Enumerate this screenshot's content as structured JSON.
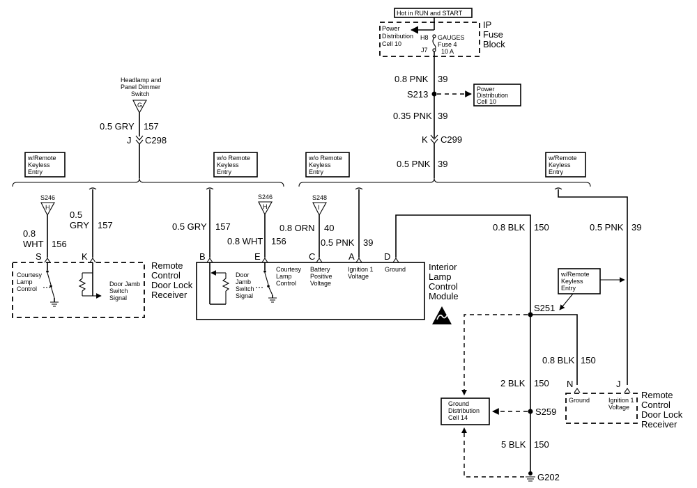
{
  "labels": {
    "hot_in_run_start": "Hot in RUN and START",
    "pd_cell10_a": "Power",
    "pd_cell10_b": "Distribution",
    "pd_cell10_c": "Cell 10",
    "h8": "H8",
    "gauges": "GAUGES",
    "fuse4": "Fuse 4",
    "amp10": "10 A",
    "j7": "J7",
    "ip_a": "IP",
    "ip_b": "Fuse",
    "ip_c": "Block",
    "w1_size": "0.8 PNK",
    "w1_num": "39",
    "s213": "S213",
    "pd2_a": "Power",
    "pd2_b": "Distribution",
    "pd2_c": "Cell 10",
    "w2_size": "0.35 PNK",
    "w2_num": "39",
    "k": "K",
    "c299": "C299",
    "w3_size": "0.5 PNK",
    "w3_num": "39",
    "hd_a": "Headlamp and",
    "hd_b": "Panel Dimmer",
    "hd_c": "Switch",
    "g": "G",
    "w4_size": "0.5 GRY",
    "w4_num": "157",
    "j": "J",
    "c298": "C298",
    "opt1_a": "w/Remote",
    "opt1_b": "Keyless",
    "opt1_c": "Entry",
    "opt2_a": "w/o Remote",
    "opt2_b": "Keyless",
    "opt2_c": "Entry",
    "opt3_a": "w/o Remote",
    "opt3_b": "Keyless",
    "opt3_c": "Entry",
    "opt4_a": "w/Remote",
    "opt4_b": "Keyless",
    "opt4_c": "Entry",
    "s246a": "S246",
    "h_a": "H",
    "s246b": "S246",
    "h_b": "H",
    "s248": "S248",
    "i": "I",
    "w5_a": "0.8",
    "w5_b": "WHT",
    "w5_num": "156",
    "w6_a": "0.5",
    "w6_b": "GRY",
    "w6_num": "157",
    "w7_size": "0.5 GRY",
    "w7_num": "157",
    "w8_size": "0.8 WHT",
    "w8_num": "156",
    "w9_size": "0.8 ORN",
    "w9_num": "40",
    "w10_size": "0.5 PNK",
    "w10_num": "39",
    "w11_size": "0.8 BLK",
    "w11_num": "150",
    "w12_size": "0.5 PNK",
    "w12_num": "39",
    "pin_s": "S",
    "pin_k": "K",
    "pin_b": "B",
    "pin_e": "E",
    "pin_c": "C",
    "pin_a": "A",
    "pin_d": "D",
    "rcdl1_a": "Remote",
    "rcdl1_b": "Control",
    "rcdl1_c": "Door Lock",
    "rcdl1_d": "Receiver",
    "cl_a": "Courtesy",
    "cl_b": "Lamp",
    "cl_c": "Control",
    "dj_a": "Door Jamb",
    "dj_b": "Switch",
    "dj_c": "Signal",
    "ilcm_dj_a": "Door",
    "ilcm_dj_b": "Jamb",
    "ilcm_dj_c": "Switch",
    "ilcm_dj_d": "Signal",
    "ilcm_cl_a": "Courtesy",
    "ilcm_cl_b": "Lamp",
    "ilcm_cl_c": "Control",
    "bpv_a": "Battery",
    "bpv_b": "Positive",
    "bpv_c": "Voltage",
    "ign_a": "Ignition 1",
    "ign_b": "Voltage",
    "gnd": "Ground",
    "ilcm_a": "Interior",
    "ilcm_b": "Lamp",
    "ilcm_c": "Control",
    "ilcm_d": "Module",
    "opt5_a": "w/Remote",
    "opt5_b": "Keyless",
    "opt5_c": "Entry",
    "s251": "S251",
    "w13_size": "0.8 BLK",
    "w13_num": "150",
    "w14_size": "2 BLK",
    "w14_num": "150",
    "pin_n": "N",
    "pin_j2": "J",
    "rcdl2_gnd": "Ground",
    "rcdl2_ign_a": "Ignition 1",
    "rcdl2_ign_b": "Voltage",
    "rcdl2_a": "Remote",
    "rcdl2_b": "Control",
    "rcdl2_c": "Door Lock",
    "rcdl2_d": "Receiver",
    "gd_a": "Ground",
    "gd_b": "Distribution",
    "gd_c": "Cell 14",
    "s259": "S259",
    "w15_size": "5 BLK",
    "w15_num": "150",
    "g202": "G202"
  }
}
